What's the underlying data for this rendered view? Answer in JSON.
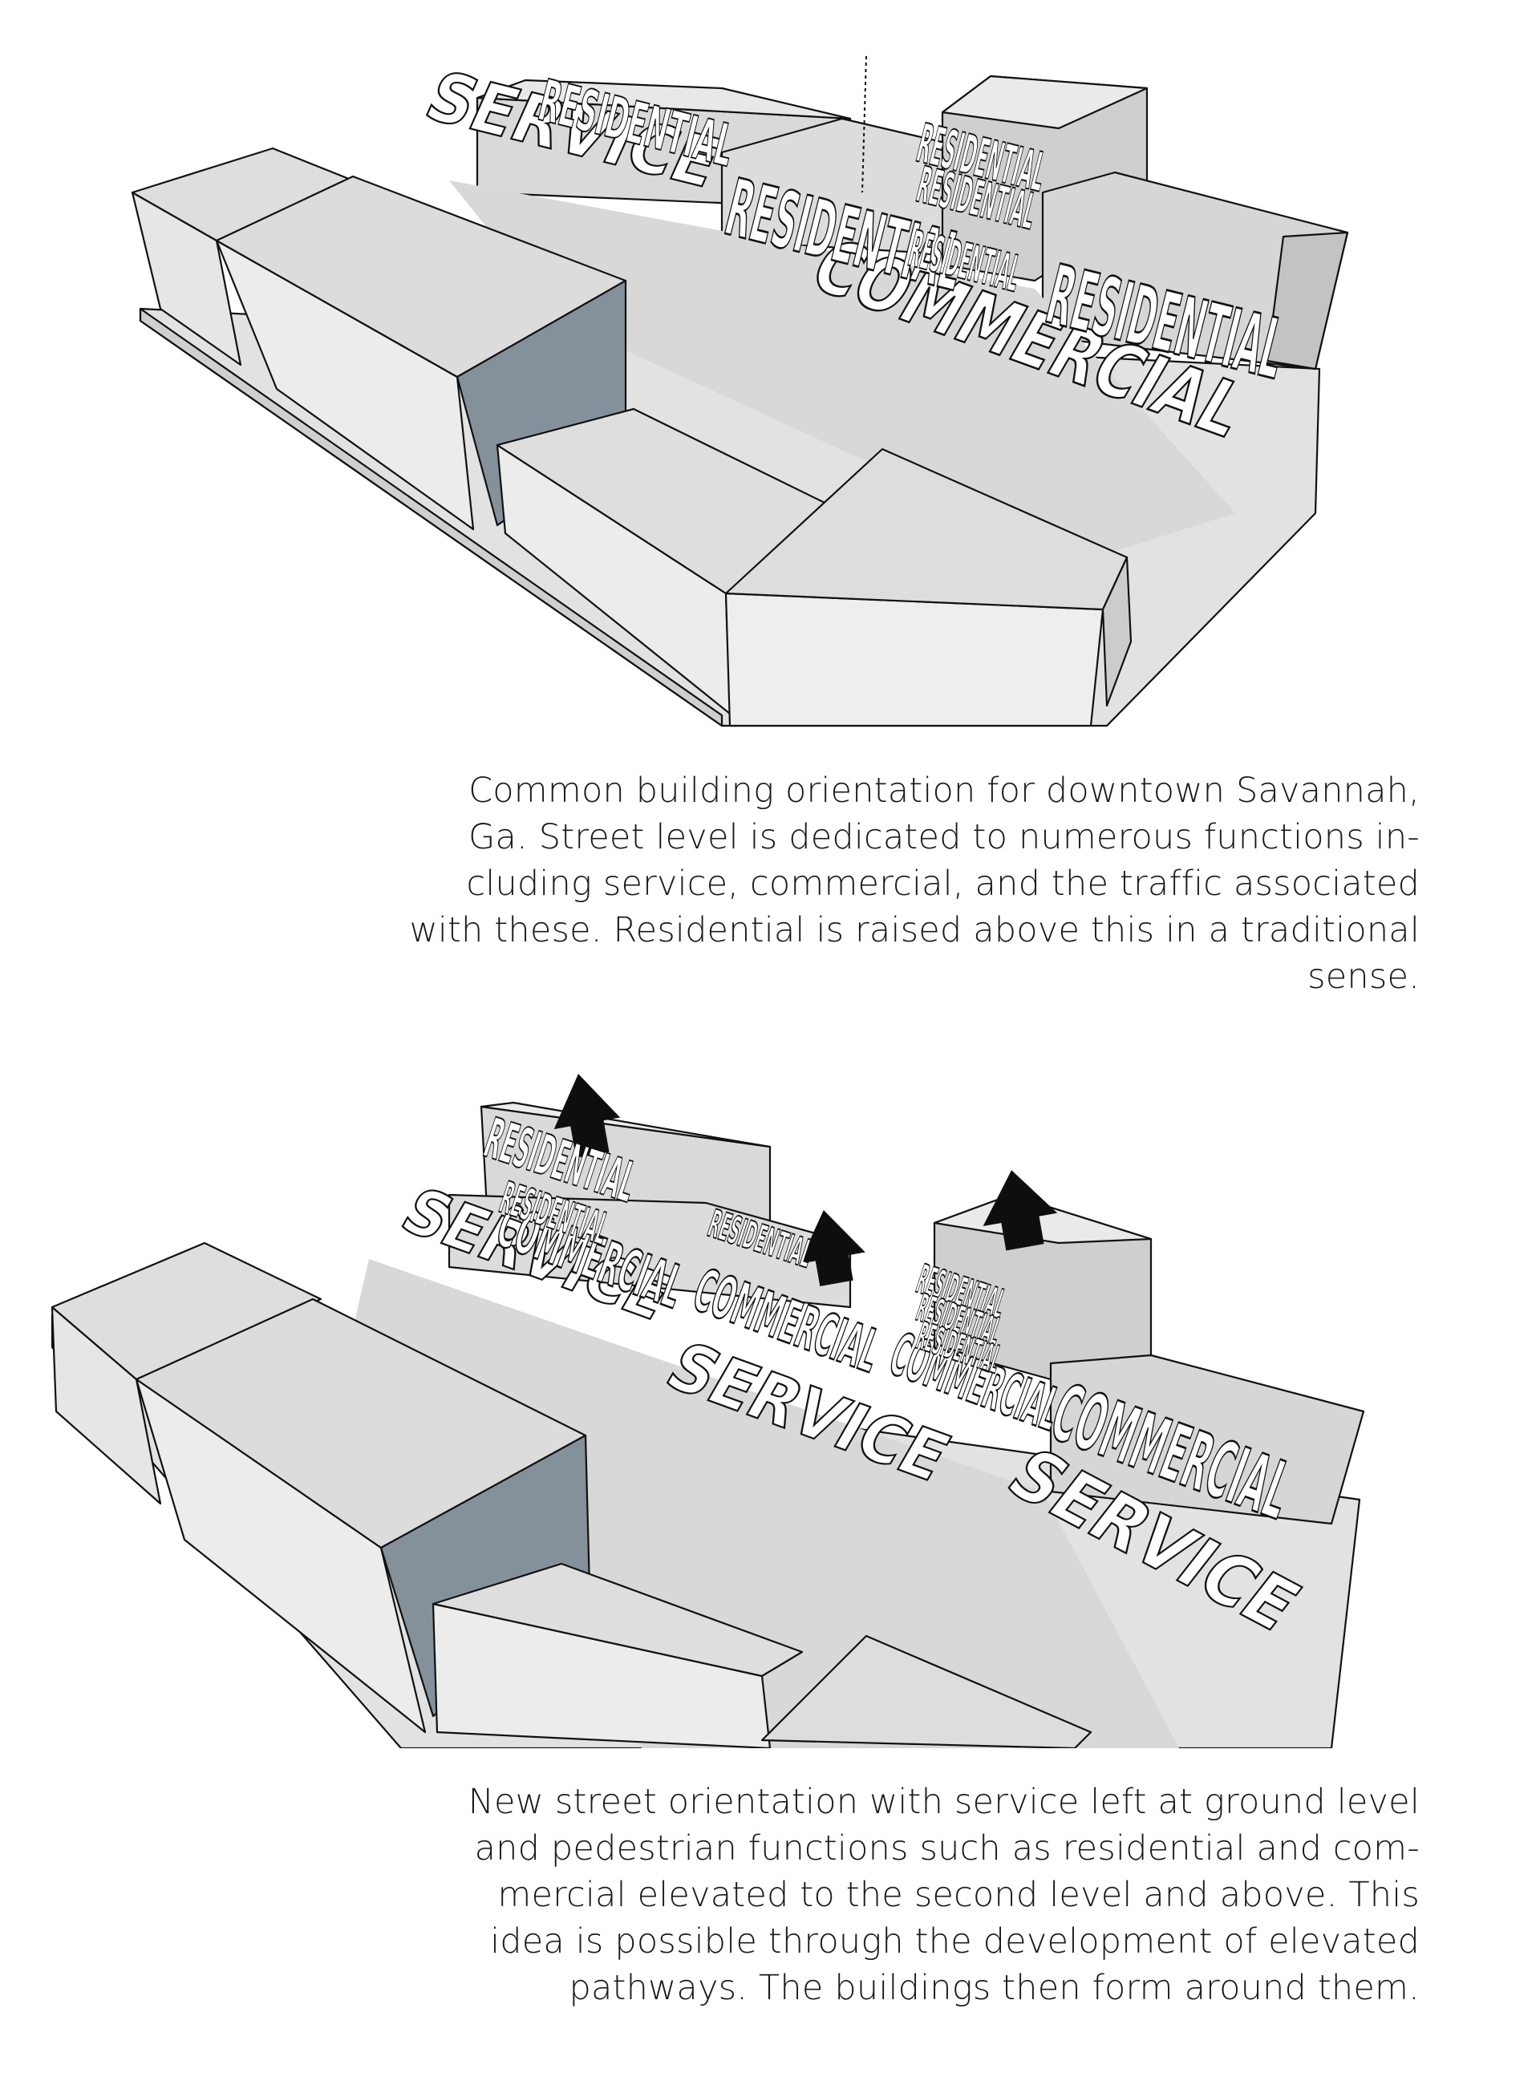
{
  "figure1": {
    "labels": {
      "service": "SERVICE",
      "commercial": "COMMERCIAL",
      "residential": "RESIDENTIAL"
    },
    "caption": [
      "Common building orientation for downtown Savannah,",
      "Ga.  Street level is dedicated to numerous functions in-",
      "cluding service, commercial, and the traffic associated",
      "with these.  Residential is raised above this in a traditional",
      "sense."
    ]
  },
  "figure2": {
    "labels": {
      "service": "SERVICE",
      "commercial": "COMMERCIAL",
      "residential": "RESIDENTIAL"
    },
    "caption": [
      "New street orientation with service left at ground level",
      "and pedestrian functions such as residential and com-",
      "mercial elevated to the second level and above. This",
      "idea is possible through the development of elevated",
      "pathways.  The buildings then form around them."
    ]
  }
}
